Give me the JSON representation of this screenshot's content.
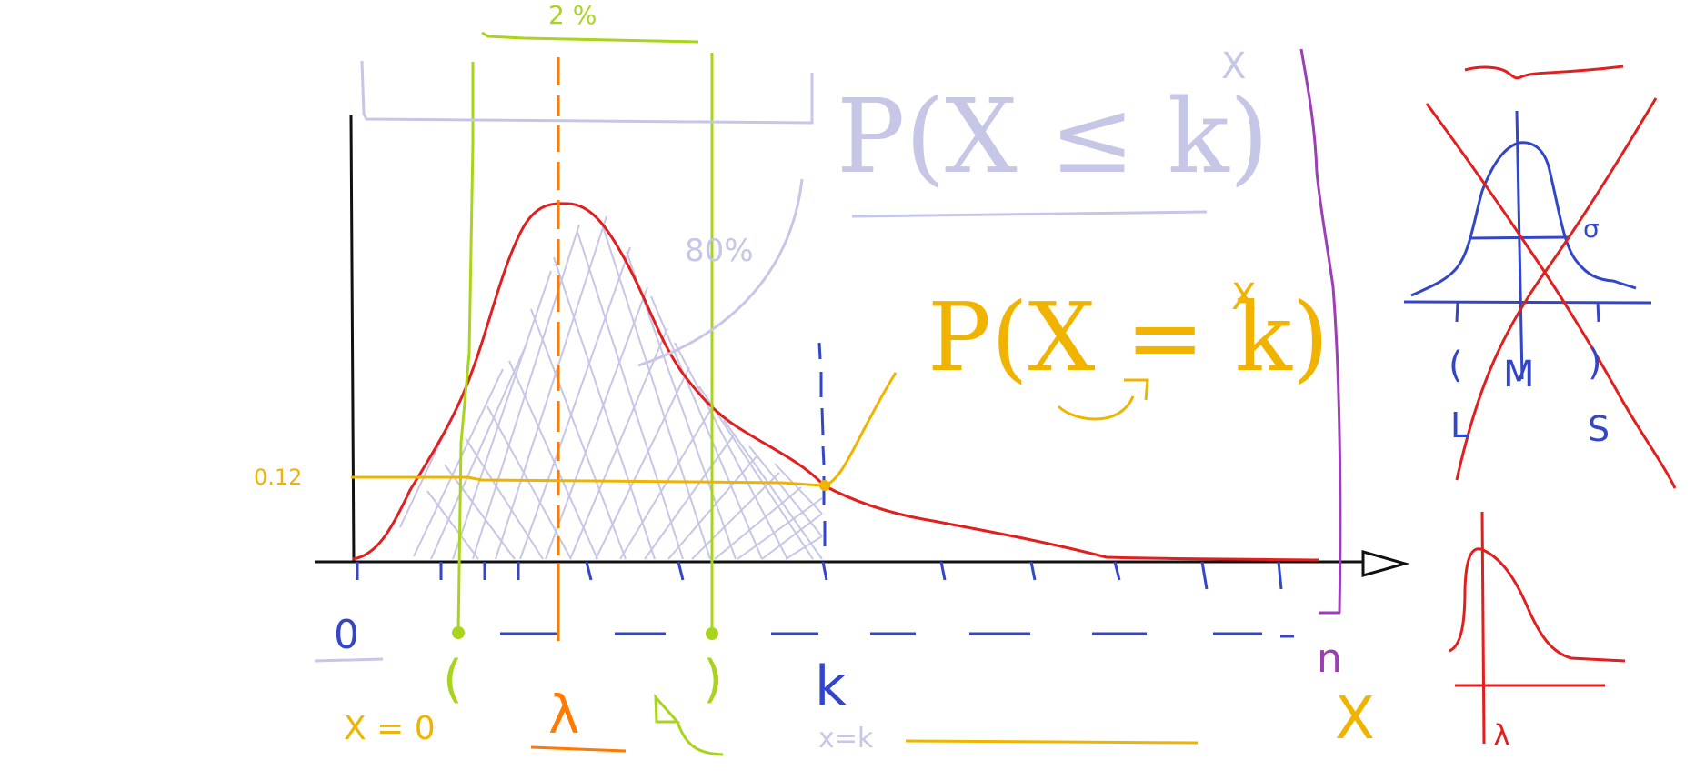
{
  "colors": {
    "black": "#111111",
    "red": "#e11f1f",
    "orange": "#ff7a00",
    "lime": "#a8d51c",
    "blue": "#3446c8",
    "lavender": "#c6c6e6",
    "gold": "#f0b400",
    "purple": "#9c3fb6"
  },
  "labels": {
    "two_percent": "2 %",
    "eighty_percent": "80%",
    "p_leq_title": "P(X ≤ k)",
    "p_leq_superscript": "X",
    "p_eq_title": "P(X = k)",
    "p_eq_superscript": "X",
    "value_012": "0.12",
    "zero": "0",
    "n": "n",
    "k": "k",
    "lambda": "λ",
    "x_eq_0": "X = 0",
    "x_eq_k": "x=k",
    "x_var": "X",
    "paren_open": "(",
    "paren_close": ")",
    "normal_sigma": "σ",
    "normal_mu": "M",
    "normal_s": "S",
    "normal_paren_open": "(",
    "normal_paren_close": ")",
    "normal_small_l": "L",
    "poisson_lambda": "λ",
    "small_axis_end": "▷"
  }
}
